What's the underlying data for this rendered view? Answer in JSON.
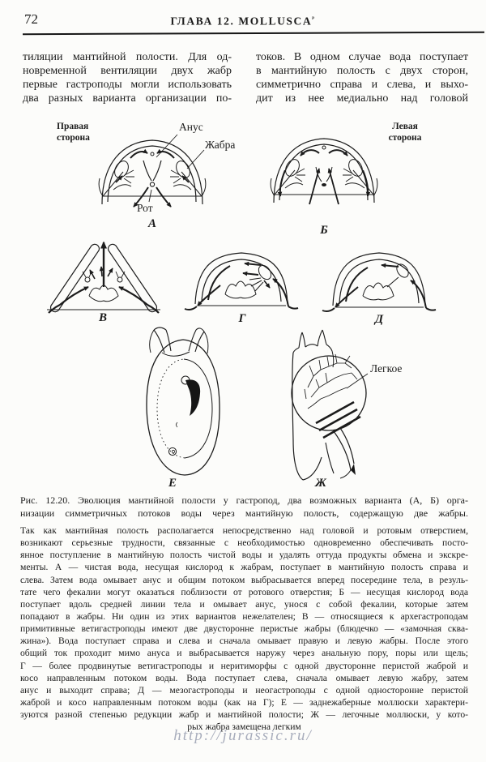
{
  "page": {
    "number": "72",
    "chapter_title": "ГЛАВА 12. MOLLUSCA",
    "chapter_title_mark": "ᵖ"
  },
  "intro": {
    "left_lines": [
      "тиляции мантийной полости. Для од-",
      "новременной вентиляции двух жабр",
      "первые гастроподы могли использовать",
      "два разных варианта организации по-"
    ],
    "right_lines": [
      "токов. В одном случае вода поступает",
      "в мантийную полость с двух сторон,",
      "симметрично справа и слева, и выхо-",
      "дит из нее медиально над головой"
    ]
  },
  "figure": {
    "labels": {
      "right_side_line1": "Правая",
      "right_side_line2": "сторона",
      "left_side_line1": "Левая",
      "left_side_line2": "сторона",
      "anus": "Анус",
      "gill": "Жабра",
      "mouth": "Рот",
      "lung": "Легкое"
    },
    "panel_letters": [
      "А",
      "Б",
      "В",
      "Г",
      "Д",
      "Е",
      "Ж"
    ]
  },
  "caption": {
    "lines": [
      "Рис. 12.20. Эволюция мантийной полости у гастропод, два возможных варианта (А, Б) орга-",
      "низации симметричных потоков воды через мантийную полость, содержащую две жабры."
    ]
  },
  "body": {
    "lines": [
      "Так как мантийная полость располагается непосредственно над головой и ротовым отверстием,",
      "возникают серьезные трудности, связанные с необходимостью одновременно обеспечивать посто-",
      "янное поступление в мантийную полость чистой воды и удалять оттуда продукты обмена и экскре-",
      "менты. А — чистая вода, несущая кислород к жабрам, поступает в мантийную полость справа и",
      "слева. Затем вода омывает анус и общим потоком выбрасывается вперед посередине тела, в резуль-",
      "тате чего фекалии могут оказаться поблизости от ротового отверстия; Б — несущая кислород вода",
      "поступает вдоль средней линии тела и омывает анус, унося с собой фекалии, которые затем",
      "попадают в жабры. Ни один из этих вариантов нежелателен; В — относящиеся к архегастроподам",
      "примитивные ветигастроподы имеют две двусторонне перистые жабры (блюдечко — «замочная сква-",
      "жина»). Вода поступает справа и слева и сначала омывает правую и левую жабры. После этого",
      "общий ток проходит мимо ануса и выбрасывается наружу через анальную пору, поры или щель;",
      "Г — более продвинутые ветигастроподы и неритиморфы с одной двусторонне перистой жаброй и",
      "косо направленным потоком воды. Вода поступает слева, сначала омывает левую жабру, затем",
      "анус и выходит справа; Д — мезогастроподы и неогастроподы с одной односторонне перистой",
      "жаброй и косо направленным потоком воды (как на Г); Е — заднежаберные моллюски характери-",
      "зуются разной степенью редукции жабр и мантийной полости; Ж — легочные моллюски, у кото-",
      "рых жабра замещена легким"
    ]
  },
  "watermark": "http://jurassic.ru/"
}
